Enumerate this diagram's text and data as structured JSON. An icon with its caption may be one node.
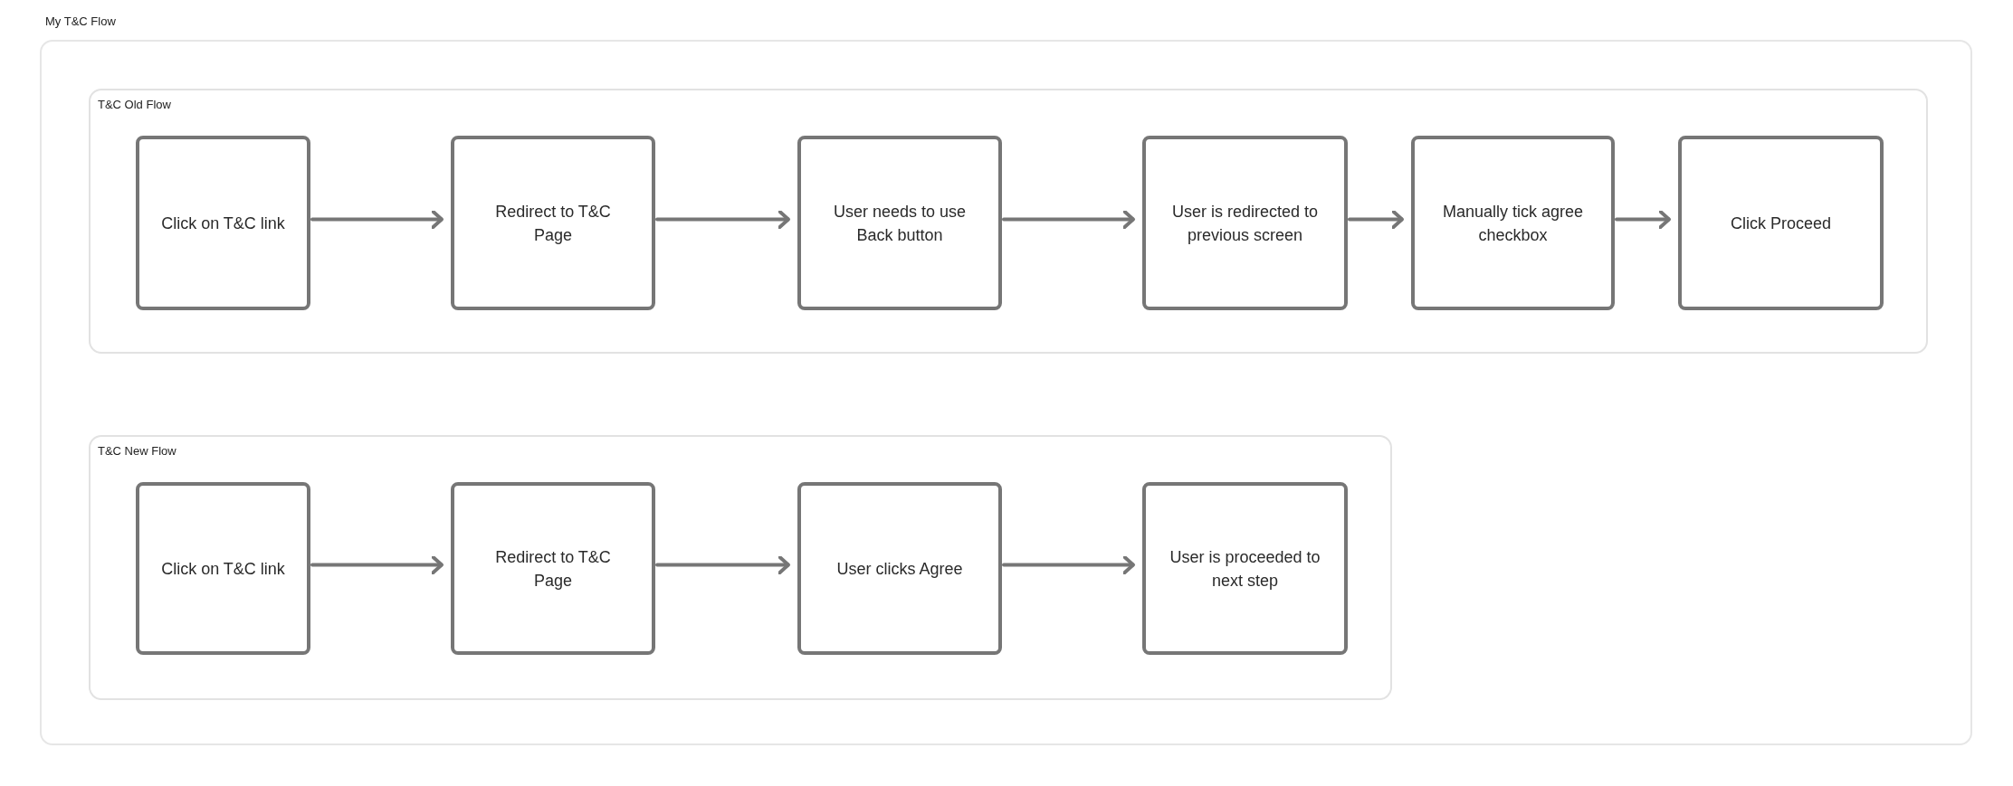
{
  "diagram": {
    "nodes": [
      {
        "text": [
          "My T&C Flow"
        ]
      },
      {
        "text": [
          "T&C Old Flow"
        ],
        "in": 0
      },
      {
        "text": [
          "Click on T&C link"
        ],
        "in": 1
      },
      {
        "text": [
          "Redirect to T&C Page"
        ],
        "in": 1
      },
      {
        "text": [
          "User needs to use Back button"
        ],
        "in": 1
      },
      {
        "text": [
          "User is redirected to previous screen"
        ],
        "in": 1
      },
      {
        "text": [
          "Manually tick agree checkbox"
        ],
        "in": 1
      },
      {
        "text": [
          "Click Proceed"
        ],
        "in": 1
      },
      {
        "text": [
          "T&C New Flow"
        ],
        "in": 0
      },
      {
        "text": [
          "Click on T&C link"
        ],
        "in": 8
      },
      {
        "text": [
          "Redirect to T&C Page"
        ],
        "in": 8
      },
      {
        "text": [
          "User clicks Agree"
        ],
        "in": 8
      },
      {
        "text": [
          "User is proceeded to next step"
        ],
        "in": 8
      }
    ],
    "edges": [
      {
        "from": 2,
        "to": 3,
        "arrow": "to"
      },
      {
        "from": 3,
        "to": 4,
        "arrow": "to"
      },
      {
        "from": 4,
        "to": 5,
        "arrow": "to"
      },
      {
        "from": 5,
        "to": 6,
        "arrow": "to"
      },
      {
        "from": 6,
        "to": 7,
        "arrow": "to"
      },
      {
        "from": 9,
        "to": 10,
        "arrow": "to"
      },
      {
        "from": 10,
        "to": 11,
        "arrow": "to"
      },
      {
        "from": 11,
        "to": 12,
        "arrow": "to"
      }
    ]
  }
}
